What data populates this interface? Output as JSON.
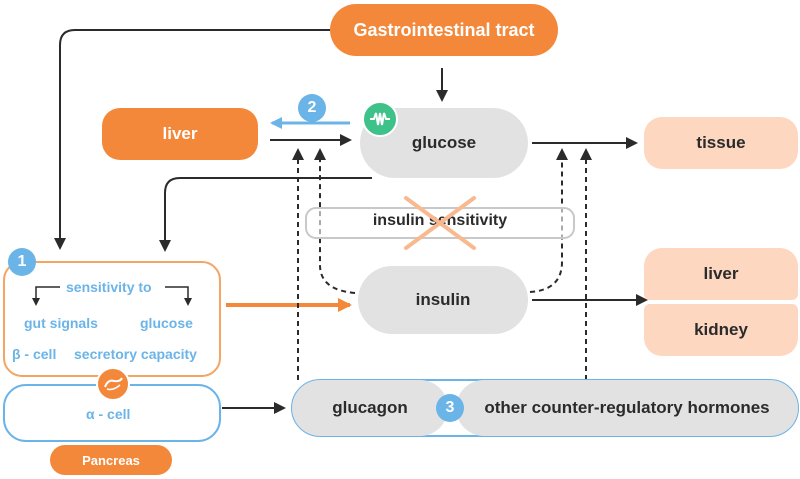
{
  "nodes": {
    "gi_tract": "Gastrointestinal tract",
    "liver_left": "liver",
    "glucose": "glucose",
    "tissue": "tissue",
    "insulin_sensitivity": "insulin sensitivity",
    "insulin": "insulin",
    "liver_right": "liver",
    "kidney": "kidney",
    "glucagon": "glucagon",
    "counter_regulatory": "other counter-regulatory hormones",
    "pancreas": "Pancreas"
  },
  "beta_cell_box": {
    "sensitivity_to": "sensitivity to",
    "gut_signals": "gut signals",
    "glucose": "glucose",
    "beta_cell": "β - cell",
    "secretory_capacity": "secretory capacity"
  },
  "alpha_cell_box": {
    "alpha_cell": "α - cell"
  },
  "badges": {
    "one": "1",
    "two": "2",
    "three": "3"
  },
  "colors": {
    "orange": "#f4883a",
    "grey": "#e2e2e2",
    "peach": "#fdd7c0",
    "blue": "#6bb4e8",
    "dark": "#2b2b2b",
    "cross": "#f9b98f"
  },
  "icons": {
    "glucose_monitor": "glucose-sensor-icon",
    "pancreas": "pancreas-icon"
  }
}
